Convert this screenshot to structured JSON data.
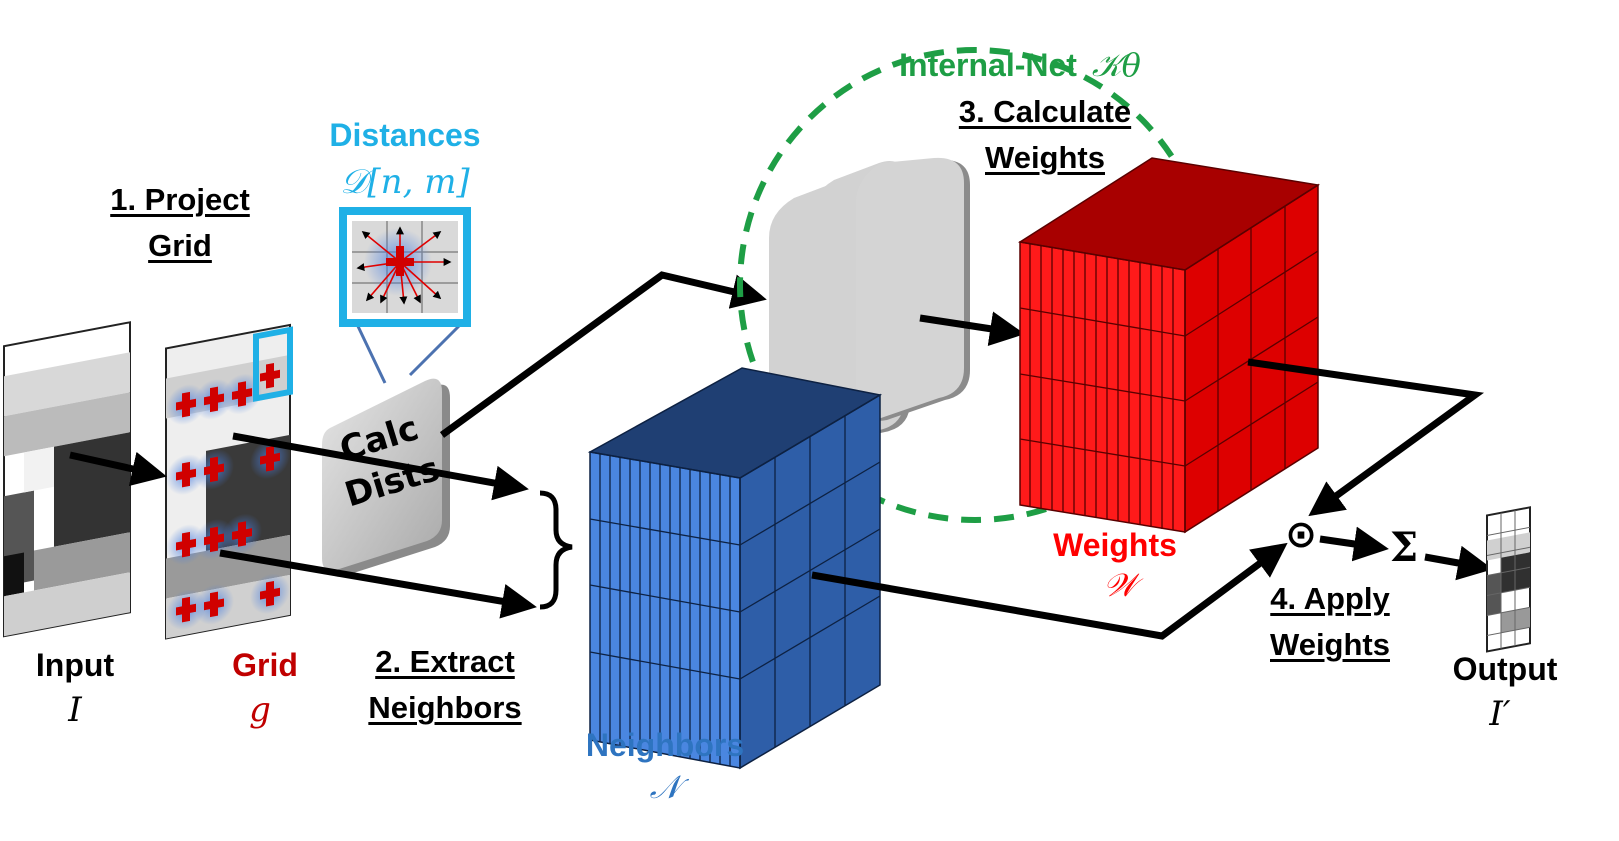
{
  "labels": {
    "input": "Input",
    "input_sym": "I",
    "grid": "Grid",
    "grid_sym": "g",
    "step1_line1": "1. Project",
    "step1_line2": "Grid",
    "distances": "Distances",
    "distances_sym": "𝒟[n, m]",
    "calc_line1": "Calc",
    "calc_line2": "Dists",
    "step2_line1": "2. Extract",
    "step2_line2": "Neighbors",
    "neighbors": "Neighbors",
    "neighbors_sym": "𝒩",
    "internal_net": "Internal-Net",
    "internal_net_sym": "𝒦θ",
    "step3_line1": "3. Calculate",
    "step3_line2": "Weights",
    "weights": "Weights",
    "weights_sym": "𝒲",
    "hadamard": "⊙",
    "sum": "Σ",
    "step4_line1": "4. Apply",
    "step4_line2": "Weights",
    "output": "Output",
    "output_sym": "I′"
  },
  "colors": {
    "black": "#000000",
    "grid_red": "#c00000",
    "distance_blue": "#1fb0e6",
    "neighbors_blue": "#2e74c0",
    "internal_green": "#1e9e45",
    "weights_red": "#ff0000"
  }
}
